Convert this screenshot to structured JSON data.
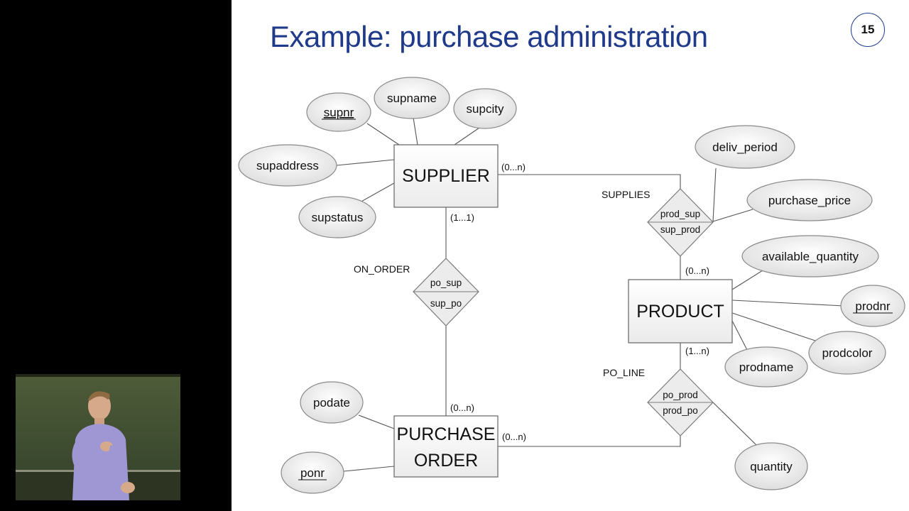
{
  "slide": {
    "title": "Example: purchase administration",
    "page_number": "15"
  },
  "diagram": {
    "entities": {
      "supplier": "SUPPLIER",
      "product": "PRODUCT",
      "purchase_order_line1": "PURCHASE",
      "purchase_order_line2": "ORDER"
    },
    "relationships": {
      "supplies": {
        "name": "SUPPLIES",
        "top_role": "prod_sup",
        "bottom_role": "sup_prod"
      },
      "on_order": {
        "name": "ON_ORDER",
        "top_role": "po_sup",
        "bottom_role": "sup_po"
      },
      "po_line": {
        "name": "PO_LINE",
        "top_role": "po_prod",
        "bottom_role": "prod_po"
      }
    },
    "attributes": {
      "supnr": "supnr",
      "supname": "supname",
      "supcity": "supcity",
      "supaddress": "supaddress",
      "supstatus": "supstatus",
      "deliv_period": "deliv_period",
      "purchase_price": "purchase_price",
      "available_quantity": "available_quantity",
      "prodnr": "prodnr",
      "prodname": "prodname",
      "prodcolor": "prodcolor",
      "podate": "podate",
      "ponr": "ponr",
      "quantity": "quantity"
    },
    "cardinalities": {
      "supplier_supplies": "(0...n)",
      "supplier_on_order": "(1...1)",
      "product_supplies": "(0...n)",
      "product_po_line": "(1...n)",
      "po_on_order": "(0...n)",
      "po_po_line": "(0...n)"
    }
  },
  "colors": {
    "title": "#1f3a8a",
    "slide_background": "#ffffff",
    "page_background": "#000000"
  }
}
